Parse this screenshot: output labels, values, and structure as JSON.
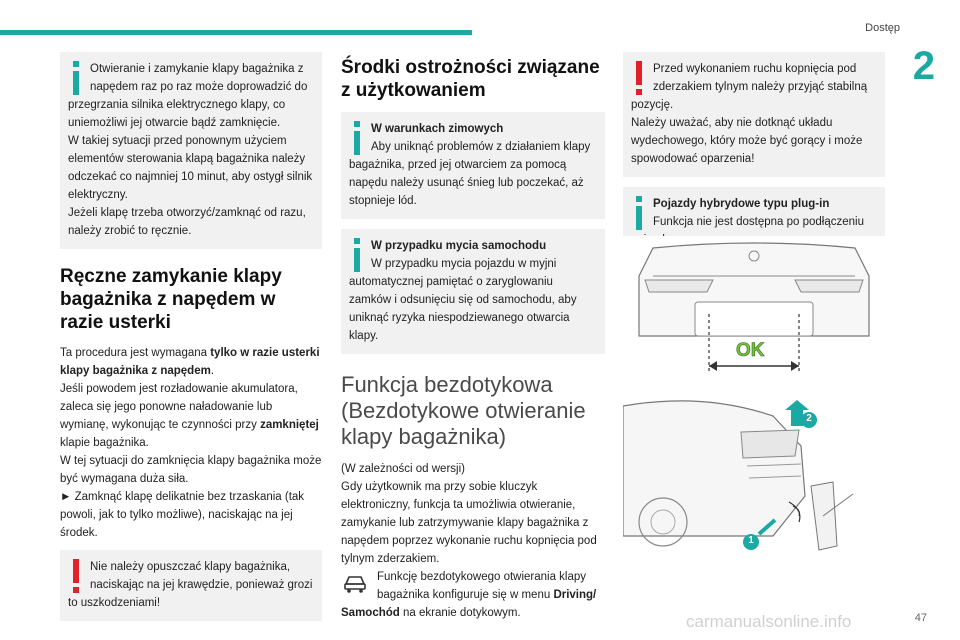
{
  "header": {
    "section": "Dostęp",
    "chapter": "2",
    "page": "47"
  },
  "col1": {
    "info1": {
      "line1": "Otwieranie i zamykanie klapy bagażnika z",
      "line2": "napędem raz po raz może doprowadzić do",
      "rest": "przegrzania silnika elektrycznego klapy, co uniemożliwi jej otwarcie bądź zamknięcie.",
      "p2": "W takiej sytuacji przed ponownym użyciem elementów sterowania klapą bagażnika należy odczekać co najmniej 10 minut, aby ostygł silnik elektryczny.",
      "p3": "Jeżeli klapę trzeba otworzyć/zamknąć od razu, należy zrobić to ręcznie."
    },
    "heading": "Ręczne zamykanie klapy bagażnika z napędem w razie usterki",
    "p1_a": "Ta procedura jest wymagana ",
    "p1_b": "tylko w razie usterki klapy bagażnika z napędem",
    "p1_c": ".",
    "p2": "Jeśli powodem jest rozładowanie akumulatora, zaleca się jego ponowne naładowanie lub wymianę, wykonując te czynności przy ",
    "p2_b": "zamkniętej",
    "p2_c": " klapie bagażnika.",
    "p3": "W tej sytuacji do zamknięcia klapy bagażnika może być wymagana duża siła.",
    "p4": "► Zamknąć klapę delikatnie bez trzaskania (tak powoli, jak to tylko możliwe), naciskając na jej środek.",
    "warn": {
      "line1": "Nie należy opuszczać klapy bagażnika,",
      "line2": "naciskając na jej krawędzie, ponieważ grozi",
      "rest": "to uszkodzeniami!"
    }
  },
  "col2": {
    "heading": "Środki ostrożności związane z użytkowaniem",
    "info1": {
      "title": "W warunkach zimowych",
      "line1": "Aby uniknąć problemów z działaniem klapy",
      "rest": "bagażnika, przed jej otwarciem za pomocą napędu należy usunąć śnieg lub poczekać, aż stopnieje lód."
    },
    "info2": {
      "title": "W przypadku mycia samochodu",
      "line1": "W przypadku mycia pojazdu w myjni",
      "rest": "automatycznej pamiętać o zaryglowaniu zamków i odsunięciu się od samochodu, aby uniknąć ryzyka niespodziewanego otwarcia klapy."
    },
    "heading2": "Funkcja bezdotykowa (Bezdotykowe otwieranie klapy bagażnika)",
    "p1": "(W zależności od wersji)",
    "p2": "Gdy użytkownik ma przy sobie kluczyk elektroniczny, funkcja ta umożliwia otwieranie, zamykanie lub zatrzymywanie klapy bagażnika z napędem poprzez wykonanie ruchu kopnięcia pod tylnym zderzakiem.",
    "p3_a": "Funkcję bezdotykowego otwierania klapy bagażnika konfiguruje się w menu ",
    "p3_b": "Driving/ Samochód",
    "p3_c": " na ekranie dotykowym."
  },
  "col3": {
    "warn": {
      "line1": "Przed wykonaniem ruchu kopnięcia pod",
      "line2": "zderzakiem tylnym należy przyjąć stabilną",
      "rest": "pozycję.",
      "p2": "Należy uważać, aby nie dotknąć układu wydechowego, który może być gorący i może spowodować oparzenia!"
    },
    "info": {
      "title": "Pojazdy hybrydowe typu plug-in",
      "line1": "Funkcja nie jest dostępna po podłączeniu",
      "rest": "pojazdu."
    },
    "fig1_label": "OK",
    "fig2_label1": "1",
    "fig2_label2": "2"
  },
  "colors": {
    "accent": "#1aa9a3",
    "warning": "#e2202b",
    "info": "#1aa9a3",
    "box_bg": "#f1f1f1",
    "ok_green": "#79c142"
  },
  "icons": {
    "info": "info-icon",
    "warning": "warning-icon",
    "car": "car-settings-icon"
  },
  "watermark": "carmanualsonline.info"
}
